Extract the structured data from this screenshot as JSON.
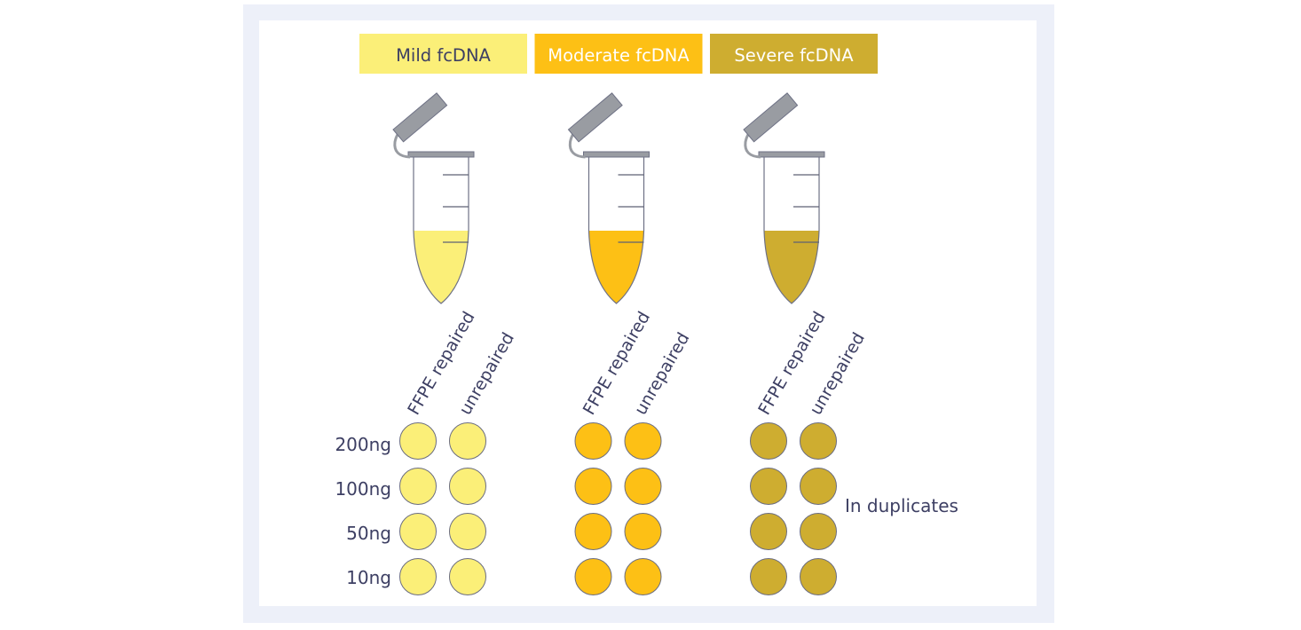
{
  "colors": {
    "mild": "#fbef78",
    "moderate": "#fdc015",
    "severe": "#cead30",
    "frame": "#edf0f9",
    "text": "#3d3f63",
    "tube_gray": "#999ca2"
  },
  "groups": [
    {
      "key": "mild",
      "label": "Mild fcDNA",
      "color": "#fbef78"
    },
    {
      "key": "moderate",
      "label": "Moderate fcDNA",
      "color": "#fdc015"
    },
    {
      "key": "severe",
      "label": "Severe fcDNA",
      "color": "#cead30"
    }
  ],
  "columns": {
    "repaired": "FFPE repaired",
    "unrepaired": "unrepaired"
  },
  "rows": [
    "200ng",
    "100ng",
    "50ng",
    "10ng"
  ],
  "note": "In duplicates",
  "icons": {
    "tube": "microcentrifuge-tube-icon",
    "well": "sample-well-circle"
  }
}
